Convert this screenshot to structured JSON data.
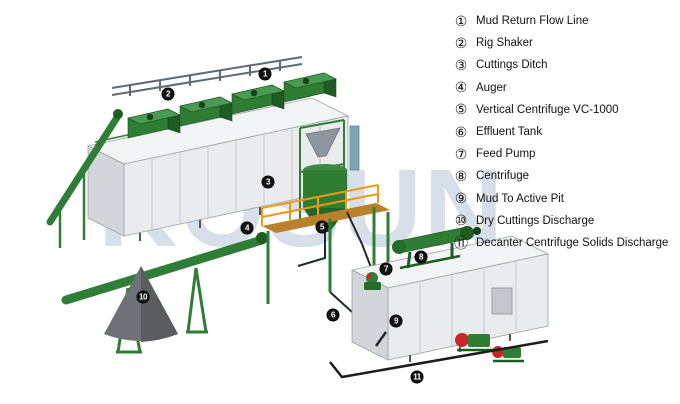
{
  "legend": {
    "items": [
      {
        "n": "1",
        "glyph": "①",
        "label": "Mud Return Flow Line"
      },
      {
        "n": "2",
        "glyph": "②",
        "label": "Rig Shaker"
      },
      {
        "n": "3",
        "glyph": "③",
        "label": "Cuttings Ditch"
      },
      {
        "n": "4",
        "glyph": "④",
        "label": "Auger"
      },
      {
        "n": "5",
        "glyph": "⑤",
        "label": "Vertical Centrifuge VC-1000"
      },
      {
        "n": "6",
        "glyph": "⑥",
        "label": "Effluent Tank"
      },
      {
        "n": "7",
        "glyph": "⑦",
        "label": "Feed Pump"
      },
      {
        "n": "8",
        "glyph": "⑧",
        "label": "Centrifuge"
      },
      {
        "n": "9",
        "glyph": "⑨",
        "label": "Mud To Active Pit"
      },
      {
        "n": "10",
        "glyph": "⑩",
        "label": "Dry Cuttings Discharge"
      },
      {
        "n": "11",
        "glyph": "⑪",
        "label": "Decanter Centrifuge Solids Discharge"
      }
    ]
  },
  "watermark": "KOSUN",
  "colors": {
    "machine_green": "#2e7d32",
    "machine_green_dark": "#1b5e20",
    "platform_orange": "#ef9716",
    "tank_face": "#e9ebed",
    "tank_top": "#f3f4f6",
    "tank_end": "#d2d6da",
    "cone_gray": "#6e7276",
    "accent_red": "#c62828",
    "watermark_blue": "#b7c6d8"
  }
}
